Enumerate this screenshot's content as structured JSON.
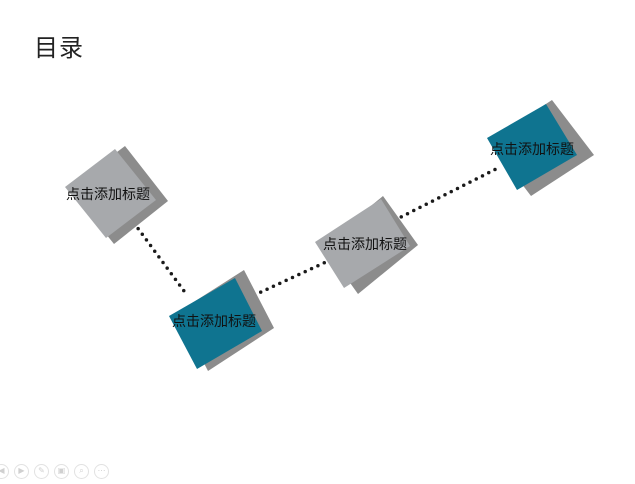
{
  "page": {
    "title": "目录"
  },
  "nodes": [
    {
      "id": "node-1",
      "label": "点击添加标题",
      "color": "#a7a9ac"
    },
    {
      "id": "node-2",
      "label": "点击添加标题",
      "color": "#0f7490"
    },
    {
      "id": "node-3",
      "label": "点击添加标题",
      "color": "#a7a9ac"
    },
    {
      "id": "node-4",
      "label": "点击添加标题",
      "color": "#0f7490"
    }
  ],
  "colors": {
    "shadow": "#8c8c8c",
    "connector": "#1a1a1a",
    "gray_box": "#a7a9ac",
    "teal_box": "#0f7490"
  },
  "toolbar": {
    "buttons": [
      {
        "icon": "previous-icon",
        "glyph": "◀"
      },
      {
        "icon": "next-icon",
        "glyph": "▶"
      },
      {
        "icon": "pen-icon",
        "glyph": "✎"
      },
      {
        "icon": "slides-icon",
        "glyph": "▣"
      },
      {
        "icon": "zoom-icon",
        "glyph": "⌕"
      },
      {
        "icon": "more-icon",
        "glyph": "⋯"
      }
    ]
  }
}
